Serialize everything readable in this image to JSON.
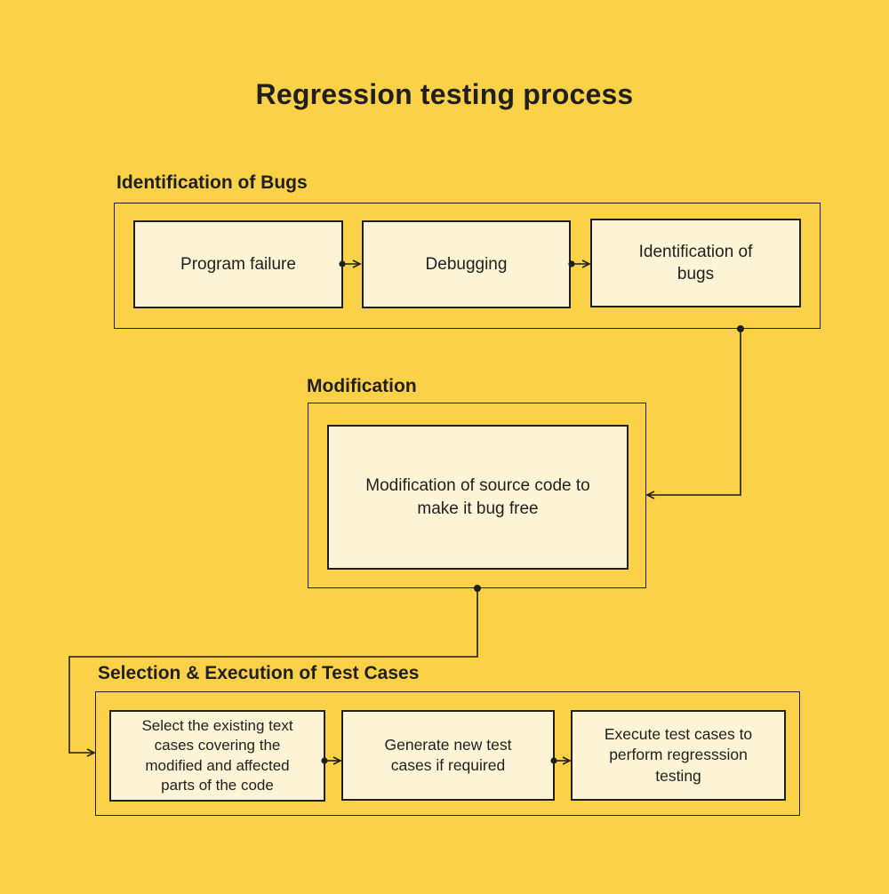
{
  "title": "Regression testing process",
  "colors": {
    "background": "#FBD147",
    "box_fill": "#FCF4D4",
    "border": "#1F1F1F",
    "text": "#1F1F1F"
  },
  "sections": [
    {
      "label": "Identification of Bugs",
      "boxes": [
        "Program failure",
        "Debugging",
        "Identification of bugs"
      ]
    },
    {
      "label": "Modification",
      "boxes": [
        "Modification of source code to make it bug free"
      ]
    },
    {
      "label": "Selection & Execution of Test Cases",
      "boxes": [
        "Select the existing text cases covering the modified and affected parts of the code",
        "Generate new test cases if required",
        "Execute test cases to perform regresssion testing"
      ]
    }
  ],
  "edges": [
    {
      "from": "Program failure",
      "to": "Debugging"
    },
    {
      "from": "Debugging",
      "to": "Identification of bugs"
    },
    {
      "from": "Identification of bugs",
      "to": "Modification of source code to make it bug free"
    },
    {
      "from": "Modification of source code to make it bug free",
      "to": "Selection & Execution of Test Cases"
    },
    {
      "from": "Select the existing text cases covering the modified and affected parts of the code",
      "to": "Generate new test cases if required"
    },
    {
      "from": "Generate new test cases if required",
      "to": "Execute test cases to perform regresssion testing"
    }
  ]
}
